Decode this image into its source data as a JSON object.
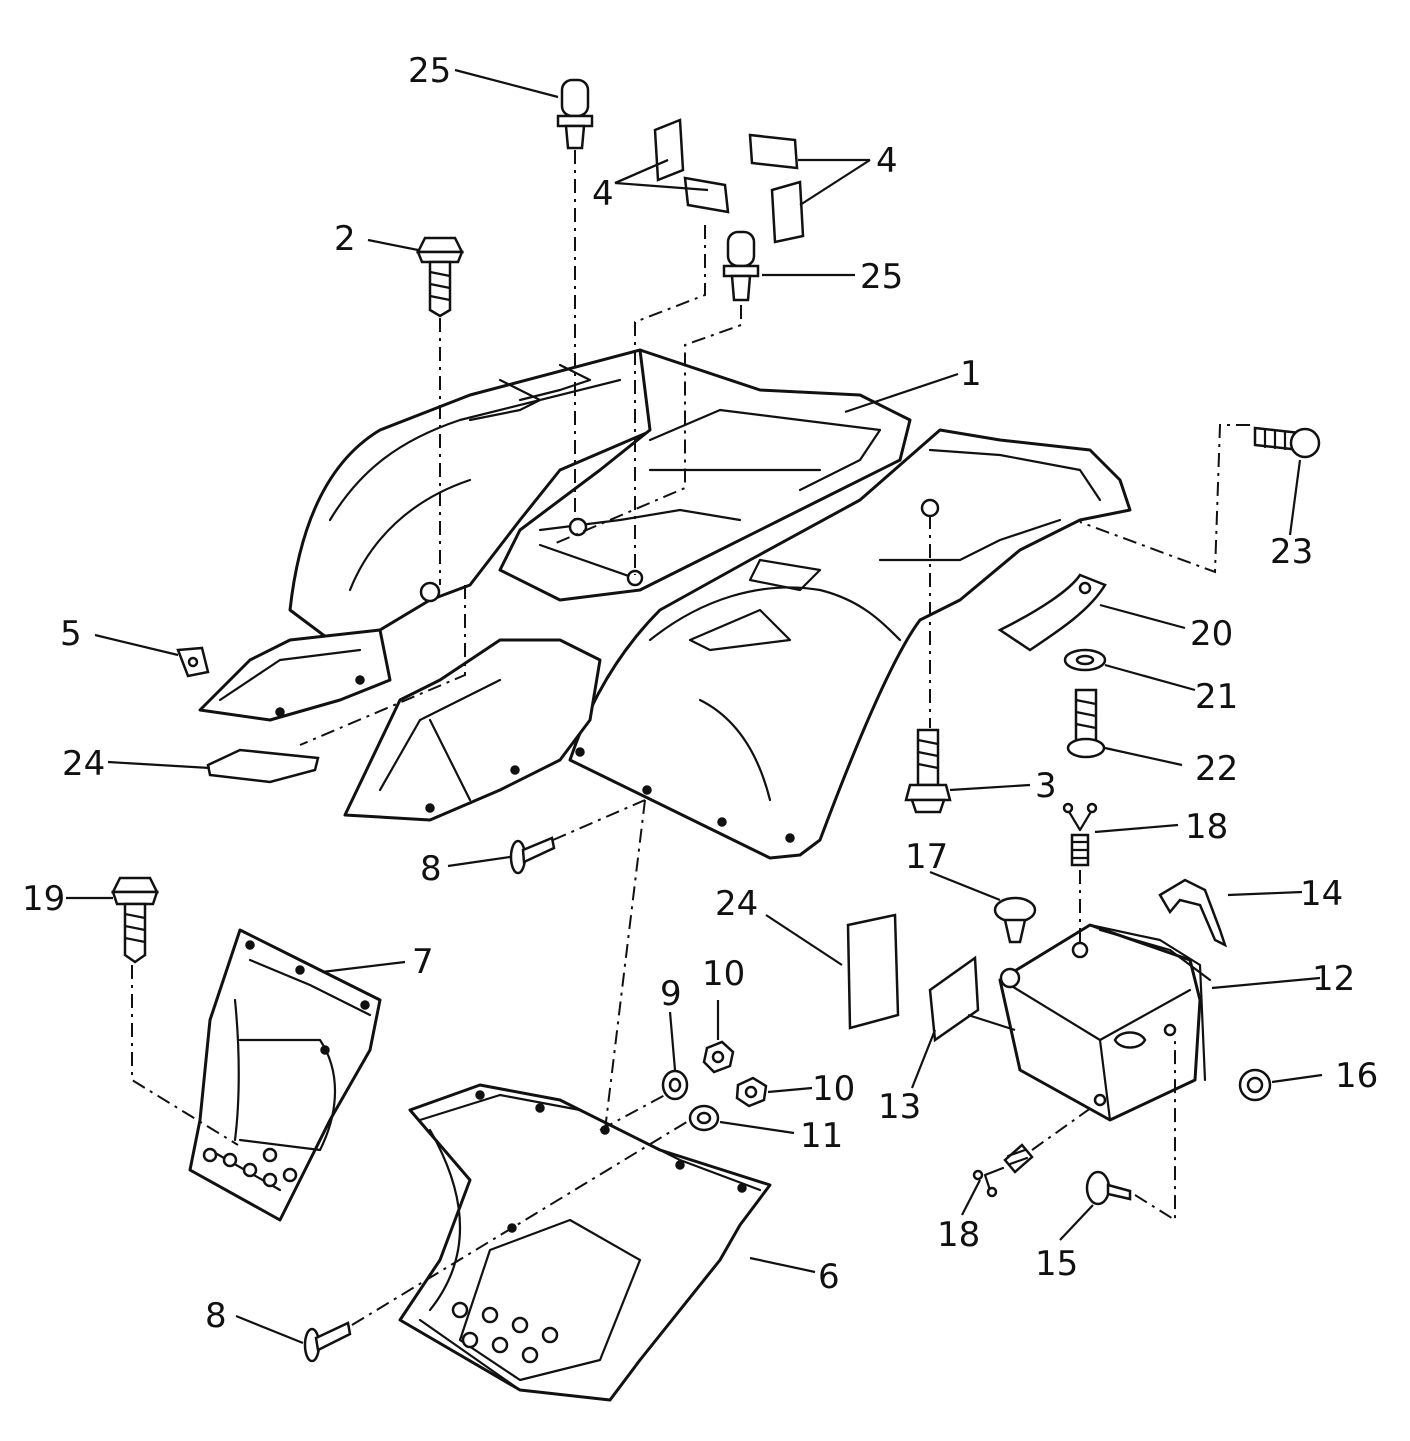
{
  "diagram": {
    "callouts": [
      {
        "id": "c25a",
        "label": "25"
      },
      {
        "id": "c4a",
        "label": "4"
      },
      {
        "id": "c4b",
        "label": "4"
      },
      {
        "id": "c25b",
        "label": "25"
      },
      {
        "id": "c2",
        "label": "2"
      },
      {
        "id": "c1",
        "label": "1"
      },
      {
        "id": "c23",
        "label": "23"
      },
      {
        "id": "c20",
        "label": "20"
      },
      {
        "id": "c21",
        "label": "21"
      },
      {
        "id": "c22",
        "label": "22"
      },
      {
        "id": "c5",
        "label": "5"
      },
      {
        "id": "c24a",
        "label": "24"
      },
      {
        "id": "c3",
        "label": "3"
      },
      {
        "id": "c18a",
        "label": "18"
      },
      {
        "id": "c8a",
        "label": "8"
      },
      {
        "id": "c17",
        "label": "17"
      },
      {
        "id": "c14",
        "label": "14"
      },
      {
        "id": "c19",
        "label": "19"
      },
      {
        "id": "c24b",
        "label": "24"
      },
      {
        "id": "c7",
        "label": "7"
      },
      {
        "id": "c12",
        "label": "12"
      },
      {
        "id": "c10a",
        "label": "10"
      },
      {
        "id": "c9",
        "label": "9"
      },
      {
        "id": "c10b",
        "label": "10"
      },
      {
        "id": "c16",
        "label": "16"
      },
      {
        "id": "c13",
        "label": "13"
      },
      {
        "id": "c11",
        "label": "11"
      },
      {
        "id": "c18b",
        "label": "18"
      },
      {
        "id": "c15",
        "label": "15"
      },
      {
        "id": "c6",
        "label": "6"
      },
      {
        "id": "c8b",
        "label": "8"
      }
    ]
  }
}
